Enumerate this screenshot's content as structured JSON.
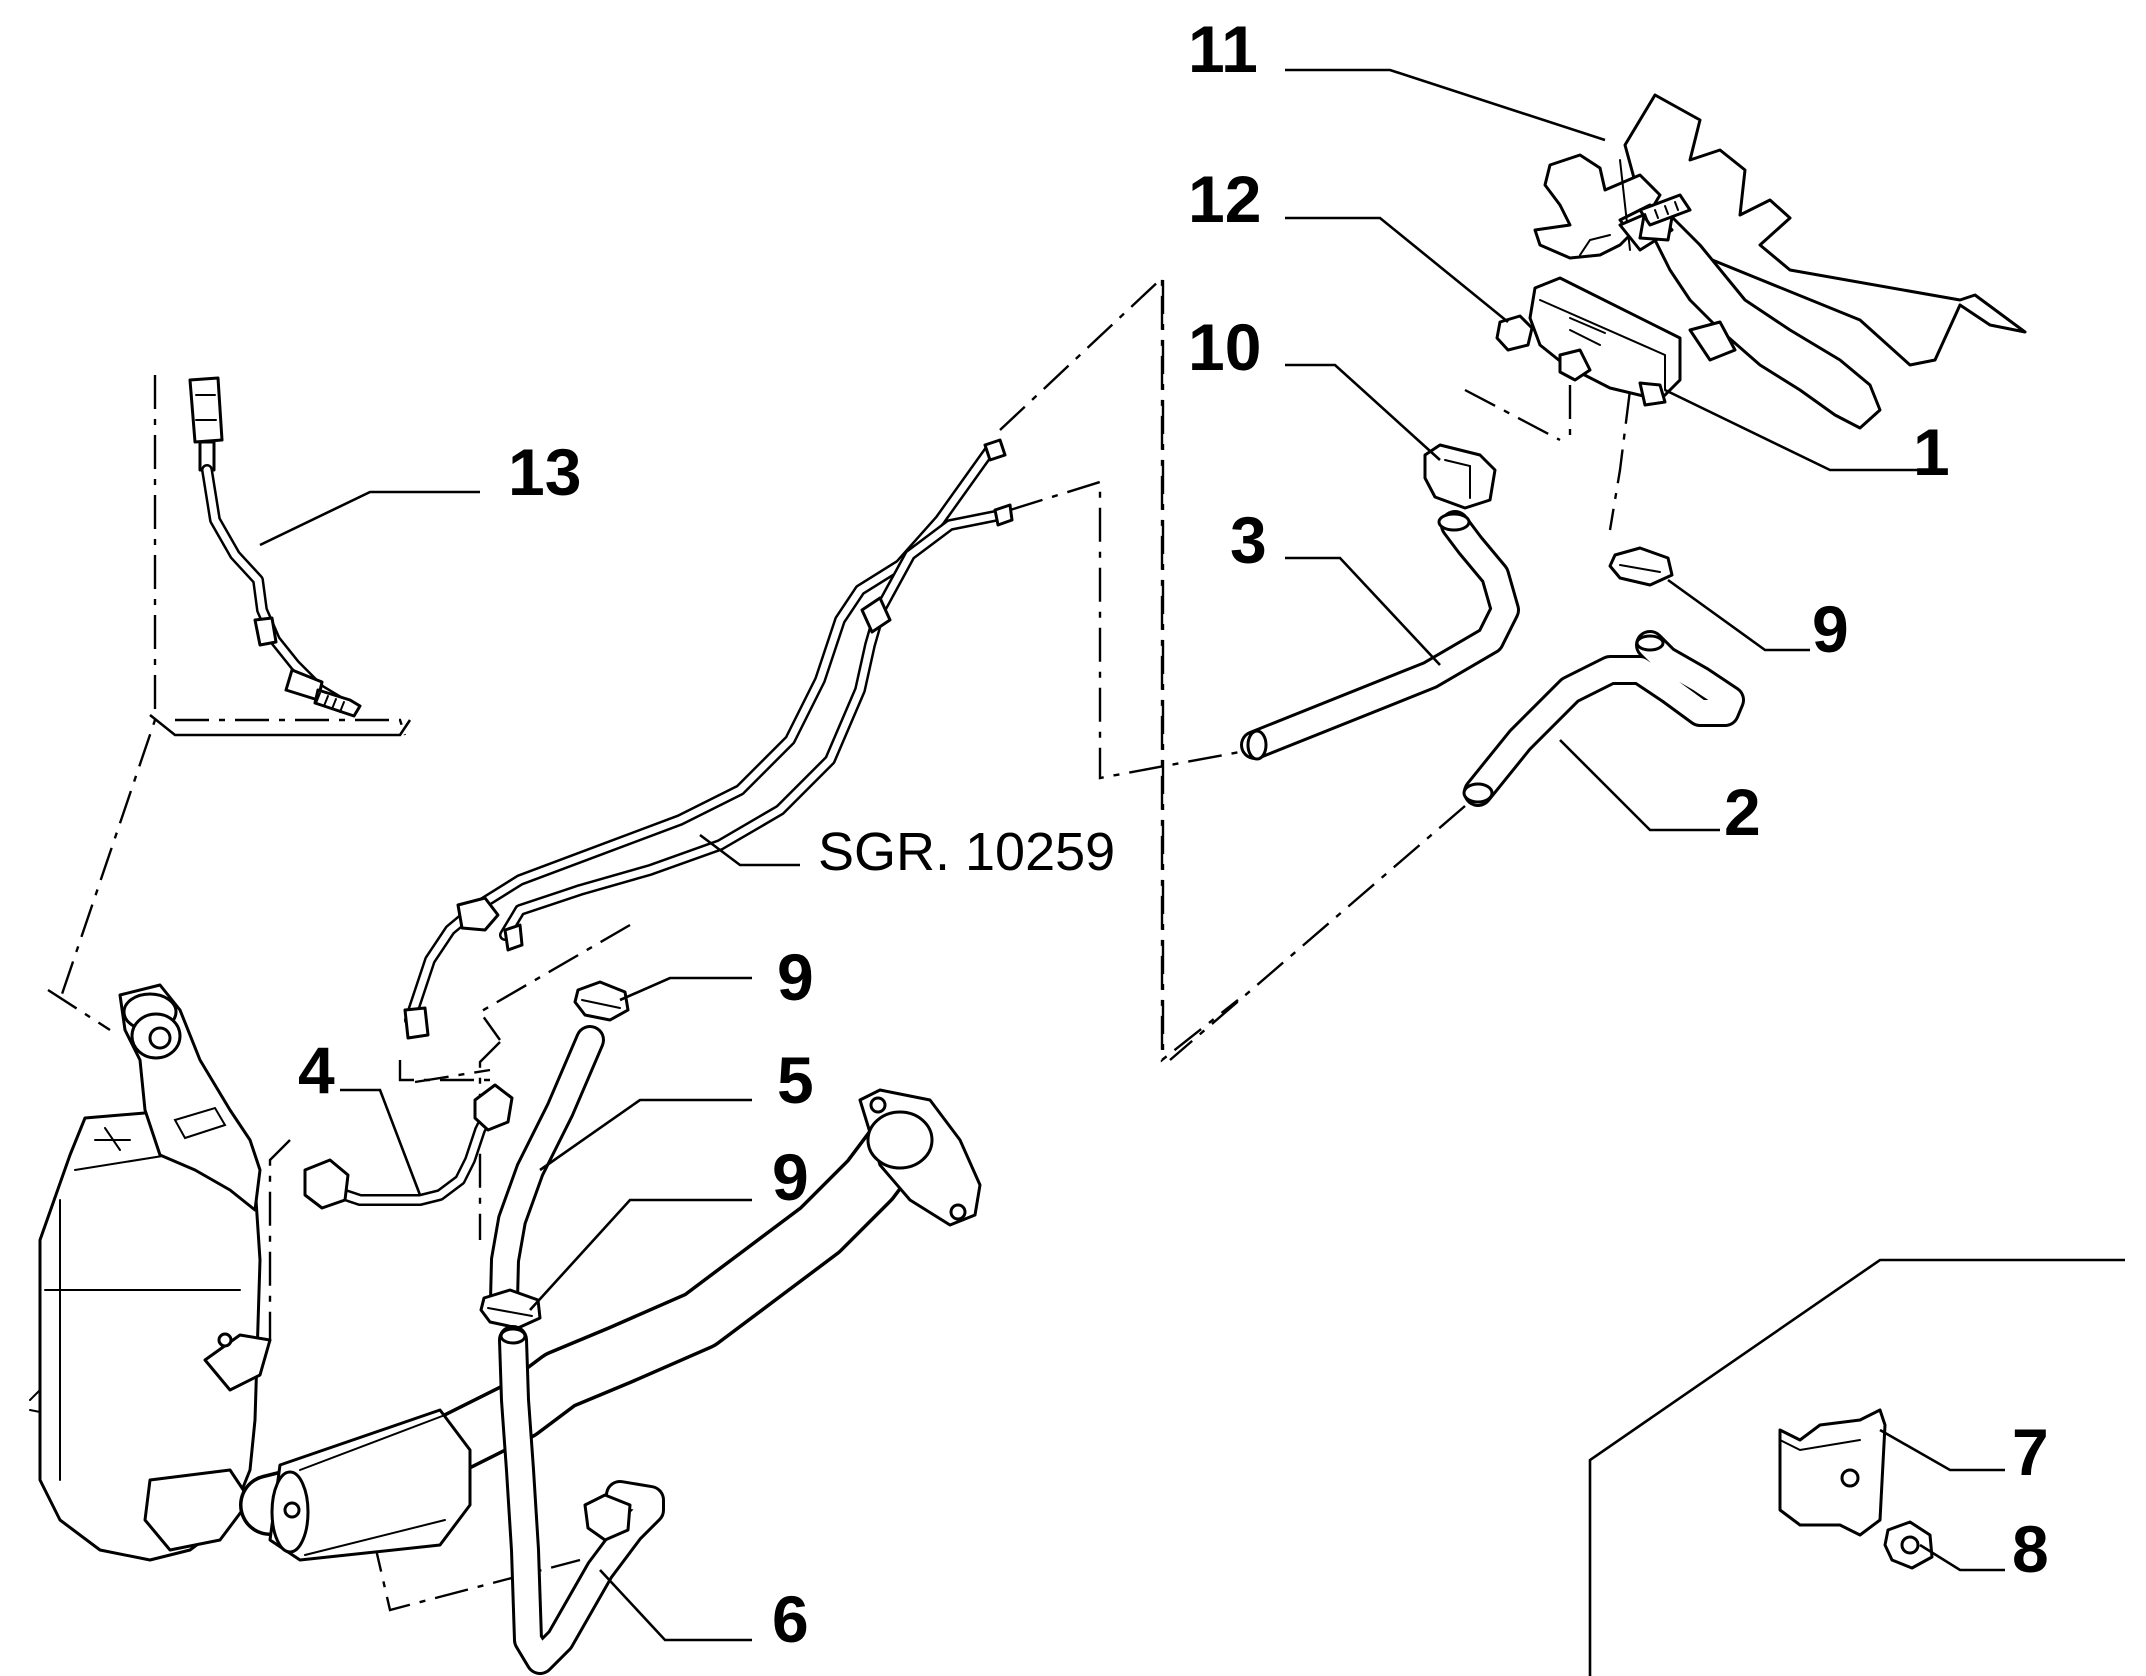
{
  "diagram": {
    "reference_label": "SGR. 10259",
    "callouts": [
      {
        "id": "c11",
        "label": "11"
      },
      {
        "id": "c12",
        "label": "12"
      },
      {
        "id": "c10",
        "label": "10"
      },
      {
        "id": "c13",
        "label": "13"
      },
      {
        "id": "c3",
        "label": "3"
      },
      {
        "id": "c1",
        "label": "1"
      },
      {
        "id": "c9a",
        "label": "9"
      },
      {
        "id": "c2",
        "label": "2"
      },
      {
        "id": "c9b",
        "label": "9"
      },
      {
        "id": "c4",
        "label": "4"
      },
      {
        "id": "c5",
        "label": "5"
      },
      {
        "id": "c9c",
        "label": "9"
      },
      {
        "id": "c7",
        "label": "7"
      },
      {
        "id": "c8",
        "label": "8"
      },
      {
        "id": "c6",
        "label": "6"
      }
    ]
  }
}
